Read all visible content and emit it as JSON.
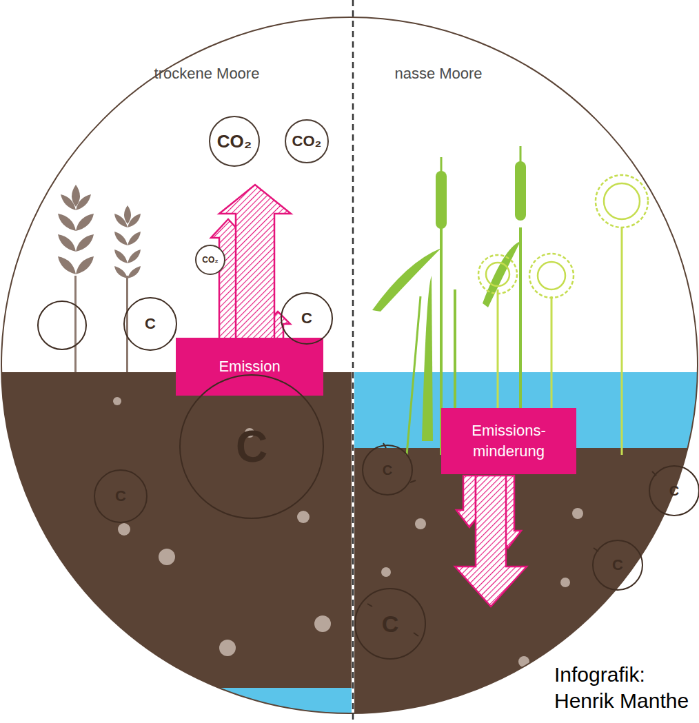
{
  "diagram": {
    "nodes": [
      {
        "text": [
          "CO₂"
        ]
      },
      {
        "text": [
          "CO₂"
        ]
      },
      {
        "text": [
          "CO₂"
        ]
      },
      {
        "text": [
          "Emission"
        ]
      },
      {
        "text": [
          "Emissions- minderung"
        ]
      },
      {
        "text": [
          "C"
        ]
      },
      {
        "text": [
          "C"
        ]
      },
      {
        "text": [
          "C"
        ]
      },
      {
        "text": [
          "C"
        ]
      },
      {
        "text": [
          "C"
        ]
      },
      {
        "text": [
          "C"
        ]
      },
      {
        "text": [
          "C"
        ]
      },
      {
        "text": [
          "C"
        ]
      }
    ],
    "labels": [
      "trockene Moore",
      "nasse Moore",
      "Infografik: Henrik Manthe"
    ]
  }
}
